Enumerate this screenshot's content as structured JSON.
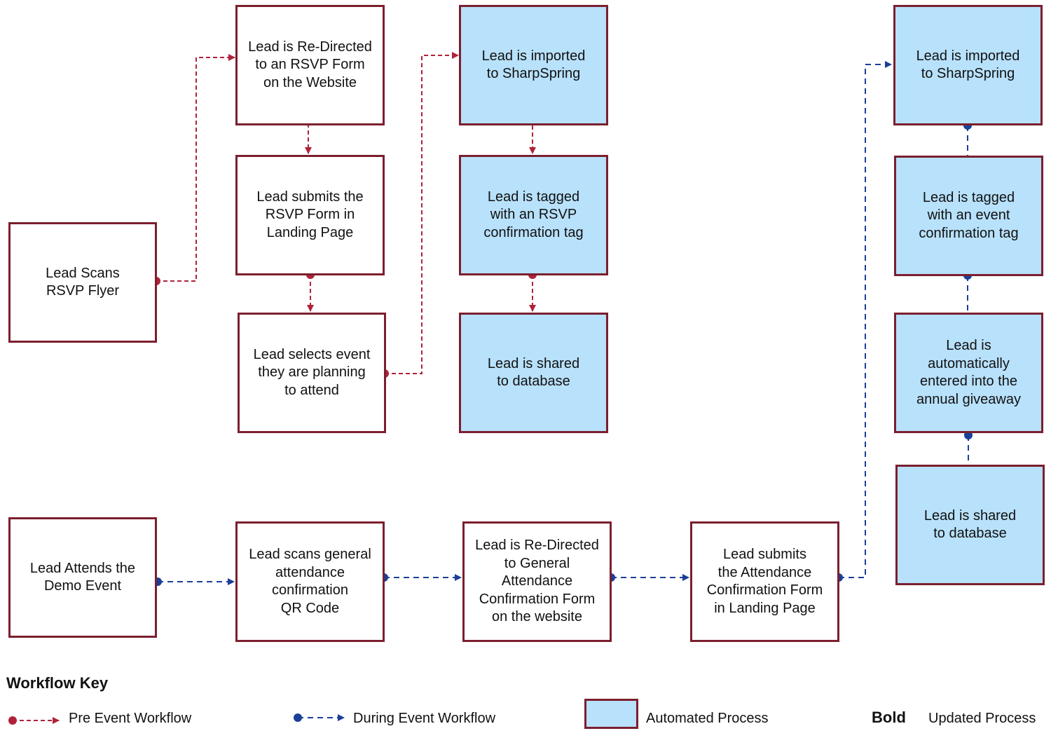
{
  "colors": {
    "pre_event": "#b0223a",
    "during_event": "#1a3f99",
    "box_border": "#7b1f2e",
    "automated_fill": "#b8e1fb"
  },
  "nodes": {
    "scan_rsvp_flyer": "Lead Scans\nRSVP Flyer",
    "redirect_rsvp_form": "Lead is Re-Directed\nto an RSVP Form\non the Website",
    "submit_rsvp_form": "Lead submits the\nRSVP Form in\nLanding Page",
    "select_event": "Lead selects event\nthey are planning\nto attend",
    "import_pre": "Lead is imported\nto SharpSpring",
    "tag_rsvp": "Lead is tagged\nwith an RSVP\nconfirmation tag",
    "share_pre": "Lead is shared\nto database",
    "attend_demo": "Lead Attends the\nDemo Event",
    "scan_qr": "Lead scans general\nattendance\nconfirmation\nQR Code",
    "redirect_attendance_form": "Lead is Re-Directed\nto General\nAttendance\nConfirmation Form\non the website",
    "submit_attendance_form": "Lead submits\nthe Attendance\nConfirmation Form\nin Landing Page",
    "import_during": "Lead is imported\nto SharpSpring",
    "tag_event": "Lead is tagged\nwith an event\nconfirmation tag",
    "giveaway": "Lead is\nautomatically\nentered into the\nannual giveaway",
    "share_during": "Lead is shared\nto database"
  },
  "key": {
    "title": "Workflow Key",
    "pre_event": "Pre Event Workflow",
    "during_event": "During Event Workflow",
    "automated": "Automated Process",
    "bold_sample": "Bold",
    "updated": "Updated Process"
  }
}
